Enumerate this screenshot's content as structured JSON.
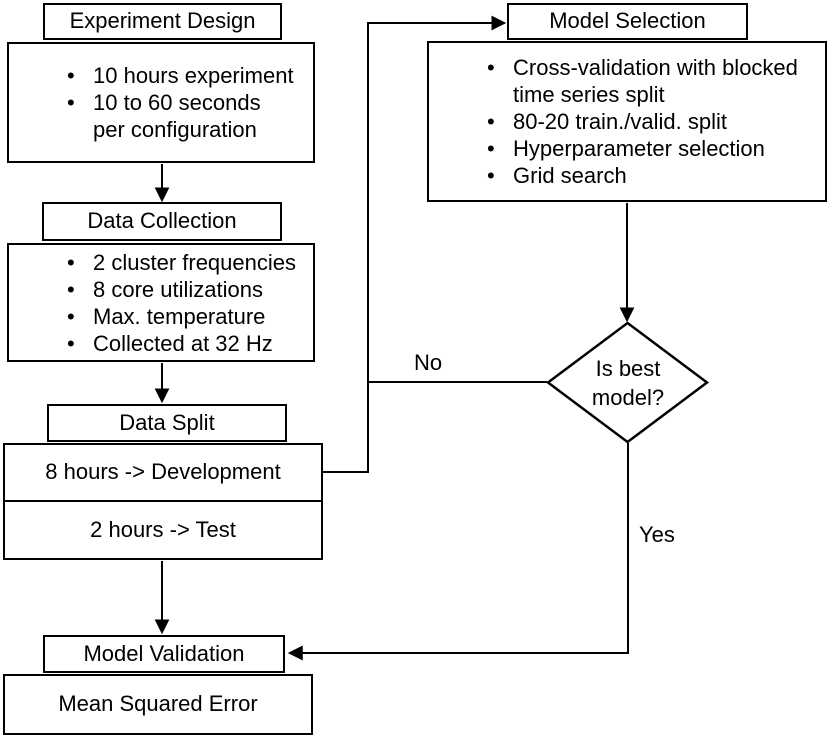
{
  "experiment_design": {
    "title": "Experiment Design",
    "items": [
      "10 hours experiment",
      "10 to 60 seconds\nper configuration"
    ]
  },
  "data_collection": {
    "title": "Data Collection",
    "items": [
      "2 cluster frequencies",
      "8 core utilizations",
      "Max. temperature",
      "Collected at 32 Hz"
    ]
  },
  "data_split": {
    "title": "Data Split",
    "development": "8 hours -> Development",
    "test": "2 hours -> Test"
  },
  "model_selection": {
    "title": "Model Selection",
    "items": [
      "Cross-validation with blocked\ntime series split",
      "80-20 train./valid. split",
      "Hyperparameter selection",
      "Grid search"
    ]
  },
  "decision": {
    "question": "Is best\nmodel?"
  },
  "labels": {
    "no": "No",
    "yes": "Yes"
  },
  "model_validation": {
    "title": "Model Validation",
    "metric": "Mean Squared Error"
  },
  "colors": {
    "stroke": "#000000",
    "fill": "#ffffff"
  }
}
